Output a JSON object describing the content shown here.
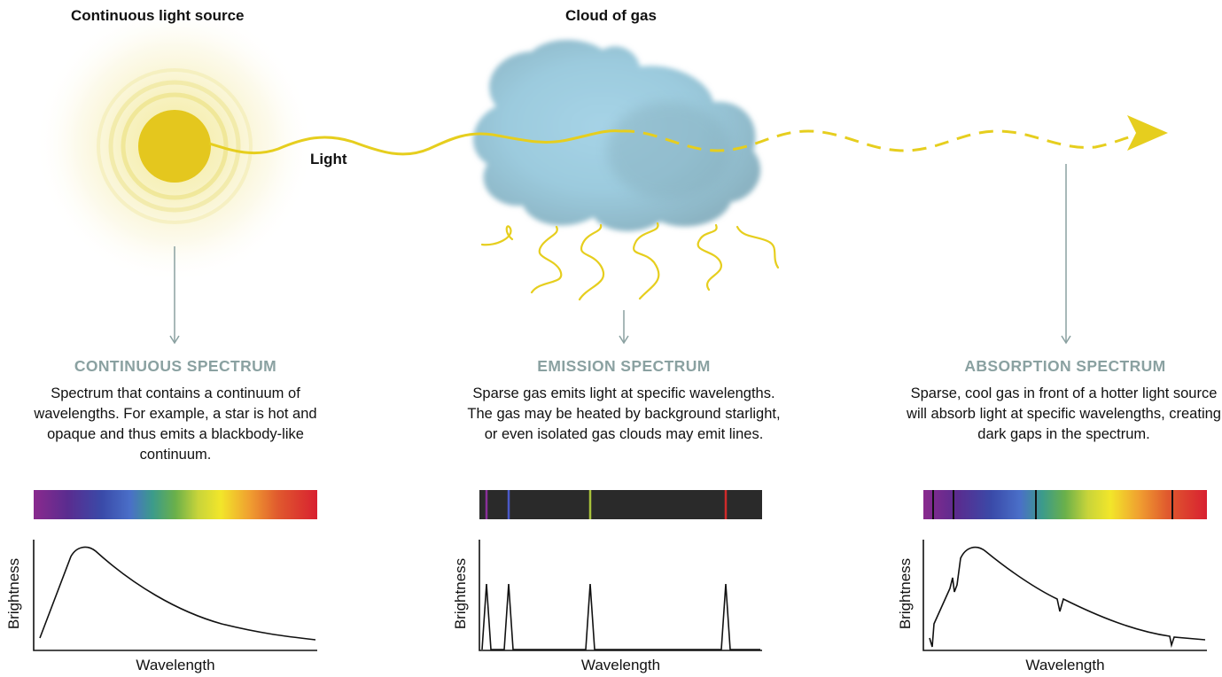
{
  "labels": {
    "source": "Continuous light source",
    "cloud": "Cloud of gas",
    "light": "Light"
  },
  "panels": [
    {
      "title": "CONTINUOUS SPECTRUM",
      "desc": "Spectrum that contains a continuum of wavelengths. For example, a star is hot and opaque and thus emits a blackbody-like continuum.",
      "ylabel": "Brightness",
      "xlabel": "Wavelength"
    },
    {
      "title": "EMISSION SPECTRUM",
      "desc": "Sparse gas emits light at specific wavelengths. The gas may be heated by background starlight, or even isolated gas clouds may emit lines.",
      "ylabel": "Brightness",
      "xlabel": "Wavelength"
    },
    {
      "title": "ABSORPTION SPECTRUM",
      "desc": "Sparse, cool gas in front of a hotter light source will absorb light at specific wavelengths, creating dark gaps in the spectrum.",
      "ylabel": "Brightness",
      "xlabel": "Wavelength"
    }
  ],
  "colors": {
    "light": "#e6ce1e",
    "title": "#8aa1a1",
    "arrow": "#8aa1a1",
    "cloud": "#9fcde0",
    "dark_band": "#2a2a2a"
  },
  "emission_lines": [
    {
      "color": "#8a2f9a"
    },
    {
      "color": "#4a59c8"
    },
    {
      "color": "#a8c23a"
    },
    {
      "color": "#d02a2a"
    }
  ]
}
